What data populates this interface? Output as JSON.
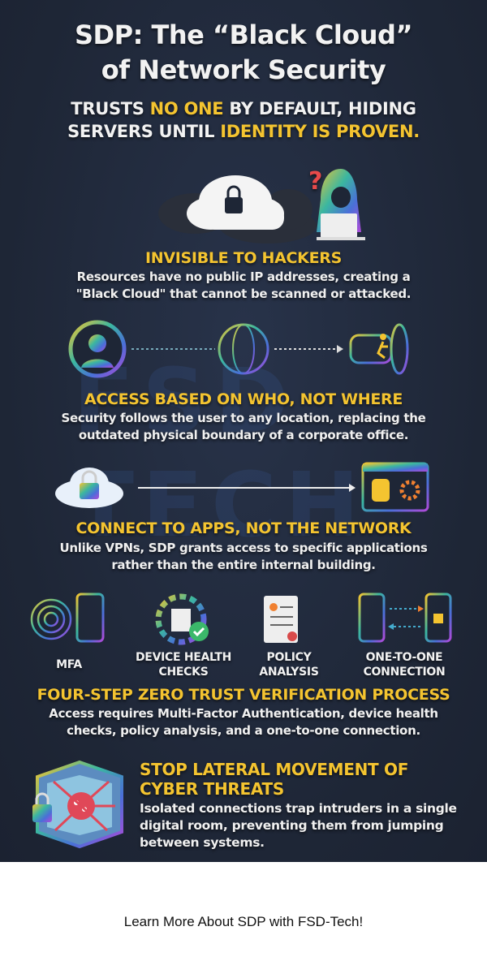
{
  "title": {
    "line1": "SDP: The “Black Cloud”",
    "line2": "of Network Security"
  },
  "subtitle": {
    "p1": "TRUSTS ",
    "p2": "NO ONE",
    "p3": " BY DEFAULT, HIDING",
    "p4": "SERVERS UNTIL ",
    "p5": "IDENTITY IS PROVEN."
  },
  "watermark": "FSD TECH",
  "sections": [
    {
      "heading": "INVISIBLE TO HACKERS",
      "desc1": "Resources have no public IP addresses, creating a",
      "desc2": "\"Black Cloud\" that cannot be scanned or attacked."
    },
    {
      "heading": "ACCESS BASED ON WHO, NOT WHERE",
      "desc1": "Security follows the user to any location, replacing the",
      "desc2": "outdated physical boundary of a corporate office."
    },
    {
      "heading": "CONNECT TO APPS, NOT THE NETWORK",
      "desc1": "Unlike VPNs, SDP grants access to specific applications",
      "desc2": "rather than the entire internal building."
    },
    {
      "heading": "FOUR-STEP ZERO TRUST VERIFICATION PROCESS",
      "desc1": "Access requires Multi-Factor Authentication, device health",
      "desc2": "checks, policy analysis, and a one-to-one connection.",
      "steps": [
        {
          "label1": "MFA",
          "label2": ""
        },
        {
          "label1": "DEVICE HEALTH",
          "label2": "CHECKS"
        },
        {
          "label1": "POLICY",
          "label2": "ANALYSIS"
        },
        {
          "label1": "ONE-TO-ONE",
          "label2": "CONNECTION"
        }
      ]
    },
    {
      "heading1": "STOP LATERAL MOVEMENT OF",
      "heading2": "CYBER THREATS",
      "desc1": "Isolated connections trap intruders in a single",
      "desc2": "digital room, preventing them from jumping",
      "desc3": "between systems."
    }
  ],
  "caption": "Learn More About SDP with FSD-Tech!",
  "colors": {
    "background": "#1f2838",
    "accent": "#f4c430",
    "text": "#f2f2f2"
  }
}
